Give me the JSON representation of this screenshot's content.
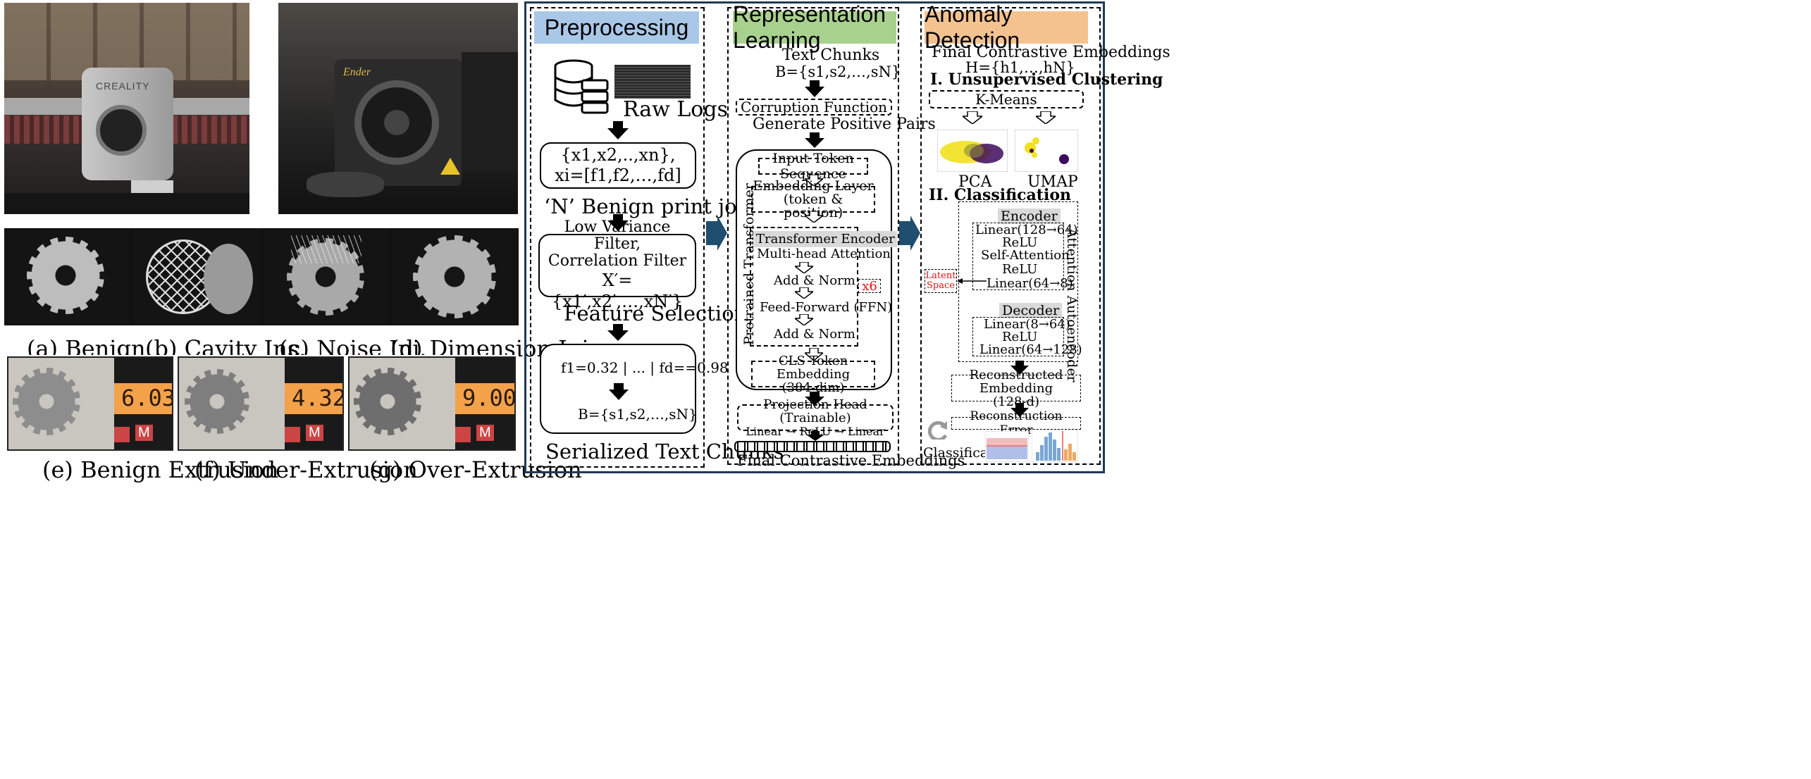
{
  "photos": {
    "captions": [
      "(a) Benign.",
      "(b) Cavity Ins.",
      "(c) Noise Inj.",
      "(d) Dimension Inj.",
      "(e) Benign Extrusion",
      "(f) Under-Extrusion",
      "(g) Over-Extrusion"
    ],
    "printer_left_brand": "CREALITY",
    "printer_right_brand": "Ender",
    "scale_readings": [
      "6.03",
      "4.32",
      "9.00"
    ],
    "scale_button_labels": [
      "M"
    ]
  },
  "preprocessing": {
    "header": "Preprocessing",
    "raw_logs": "Raw Logs",
    "set_line1": "{x1,x2,..,xn},",
    "set_line2": "xi=[f1,f2,…,fd]",
    "benign_jobs": "‘N’ Benign print jobs",
    "filter_line1": "Low Variance Filter,",
    "filter_line2": "Correlation Filter",
    "filter_set": "X′={x1′,x2′,…,xN′}",
    "feature_selection": "Feature Selection",
    "chunk_features": "f1=0.32 | ... | fd==0.98",
    "chunk_set": "B={s1,s2,…,sN}",
    "serialized": "Serialized Text Chunks"
  },
  "representation": {
    "header": "Representation Learning",
    "text_chunks": "Text Chunks",
    "text_chunks_set": "B={s1,s2,…,sN}",
    "corruption": "Corruption Function",
    "positive_pairs": "Generate Positive Pairs",
    "input_tokens": "Input Token Sequence",
    "embedding_layer_1": "Embedding Layer",
    "embedding_layer_2": "(token & position)",
    "transformer_encoder": "Transformer Encoder",
    "multihead": "Multi-head Attention",
    "add_norm_1": "Add & Norm",
    "ffn": "Feed-Forward (FFN)",
    "add_norm_2": "Add & Norm",
    "repeat": "x6",
    "pretrained": "Pretrained Transformer",
    "cls_1": "CLS Token Embedding",
    "cls_2": "(384-dim)",
    "projection_1": "Projection Head (Trainable)",
    "projection_2": "Linear → ReLU → Linear",
    "final": "Final Contrastive Embeddings"
  },
  "anomaly": {
    "header": "Anomaly Detection",
    "final_embeddings": "Final Contrastive Embeddings",
    "h_set": "H={h1,…,hN}",
    "unsupervised": "I.  Unsupervised Clustering",
    "kmeans": "K-Means",
    "pca": "PCA",
    "umap": "UMAP",
    "classification_title": "II. Classification",
    "encoder": "Encoder",
    "enc_l1": "Linear(128→64)",
    "enc_l2": "ReLU",
    "enc_l3": "Self-Attention",
    "enc_l4": "ReLU",
    "enc_l5": "Linear(64→8)",
    "latent_1": "Latent",
    "latent_2": "Space",
    "decoder": "Decoder",
    "dec_l1": "Linear(8→64)",
    "dec_l2": "ReLU",
    "dec_l3": "Linear(64→128)",
    "autoencoder": "Attention Autoencoder",
    "recon_1": "Reconstructed Embedding",
    "recon_2": "(128-d)",
    "recon_error": "Reconstruction Error",
    "classification": "Classification"
  },
  "colors": {
    "preprocessing_header": "#a9c8e8",
    "representation_header": "#a9d18e",
    "anomaly_header": "#f4c28f",
    "big_arrow": "#1f4e6e",
    "accent_red": "#e01010"
  }
}
